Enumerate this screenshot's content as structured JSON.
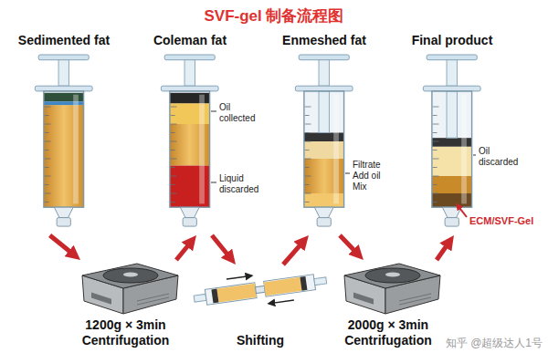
{
  "diagram": {
    "title": "SVF-gel 制备流程图",
    "nodes": [
      {
        "text": [
          "Sedimented fat"
        ]
      },
      {
        "text": [
          "1200g × 3min",
          "Centrifugation"
        ]
      },
      {
        "text": [
          "Coleman fat"
        ]
      },
      {
        "text": [
          "Shifting"
        ]
      },
      {
        "text": [
          "Enmeshed fat"
        ]
      },
      {
        "text": [
          "2000g × 3min",
          "Centrifugation"
        ]
      },
      {
        "text": [
          "Final product"
        ]
      }
    ],
    "edges": [
      {
        "from": 0,
        "to": 1,
        "arrow": "to"
      },
      {
        "from": 1,
        "to": 2,
        "arrow": "to"
      },
      {
        "from": 2,
        "to": 3,
        "arrow": "to"
      },
      {
        "from": 3,
        "to": 4,
        "arrow": "to"
      },
      {
        "from": 4,
        "to": 5,
        "arrow": "to"
      },
      {
        "from": 5,
        "to": 6,
        "arrow": "to"
      }
    ],
    "labels": [
      "Oil collected",
      "Liquid discarded",
      "Filtrate Add oil Mix",
      "Oil discarded",
      "ECM/SVF-Gel",
      "知乎 @超级达人1号"
    ]
  }
}
